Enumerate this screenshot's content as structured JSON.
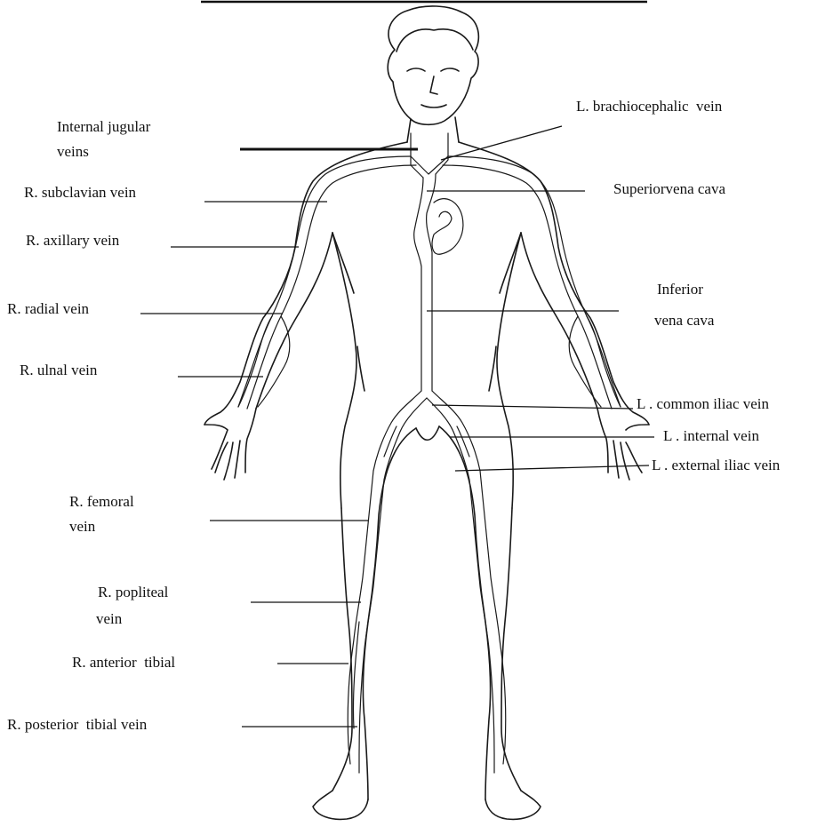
{
  "diagram": {
    "labels": {
      "internal_jugular_1": "Internal jugular",
      "internal_jugular_2": "veins",
      "r_subclavian": "R. subclavian vein",
      "r_axillary": "R. axillary vein",
      "r_radial": "R. radial vein",
      "r_ulnal": "R. ulnal vein",
      "r_femoral_1": "R. femoral",
      "r_femoral_2": "vein",
      "r_popliteal_1": "R. popliteal",
      "r_popliteal_2": "vein",
      "r_anterior_tibial": "R. anterior  tibial",
      "r_posterior_tibial": "R. posterior  tibial vein",
      "l_brachiocephalic": "L. brachiocephalic  vein",
      "superior_vena_cava": "Superiorvena cava",
      "inferior_vena_cava_1": "Inferior",
      "inferior_vena_cava_2": "vena cava",
      "l_common_iliac": "L . common iliac vein",
      "l_internal": "L . internal vein",
      "l_external_iliac": "L . external iliac vein"
    }
  }
}
